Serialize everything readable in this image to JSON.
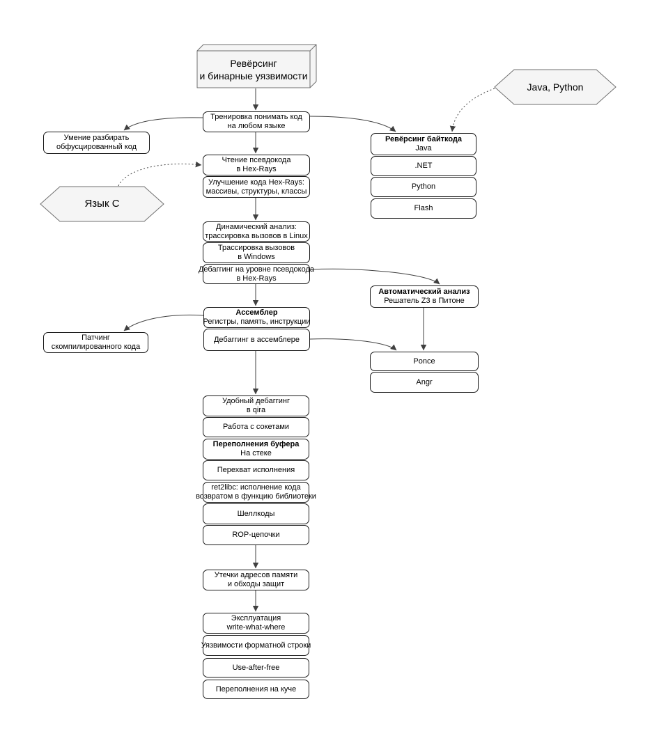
{
  "colors": {
    "canvas_bg": "#ffffff",
    "box_fill": "#ffffff",
    "box_border": "#1a1a1a",
    "shape_fill": "#f5f5f5",
    "shape_border": "#707070",
    "arrow": "#404040"
  },
  "nodes": {
    "root": {
      "lines": [
        "Ревёрсинг",
        "и бинарные уязвимости"
      ]
    },
    "hexJavaPython": {
      "lines": [
        "Java, Python"
      ]
    },
    "hexC": {
      "lines": [
        "Язык C"
      ]
    },
    "trenirovka": {
      "lines": [
        "Тренировка понимать код",
        "на любом языке"
      ]
    },
    "umenie": {
      "lines": [
        "Умение разбирать",
        "обфусцированный код"
      ]
    },
    "chtenie": {
      "lines": [
        "Чтение псевдокода",
        "в Hex-Rays"
      ]
    },
    "uluchshenie": {
      "lines": [
        "Улучшение кода Hex-Rays:",
        "массивы, структуры, классы"
      ]
    },
    "revBytecode": {
      "lines": [
        "Ревёрсинг байткода",
        "Java"
      ]
    },
    "net": {
      "lines": [
        ".NET"
      ]
    },
    "python": {
      "lines": [
        "Python"
      ]
    },
    "flash": {
      "lines": [
        "Flash"
      ]
    },
    "dynAnaliz": {
      "lines": [
        "Динамический анализ:",
        "трассировка вызовов в Linux"
      ]
    },
    "trassWin": {
      "lines": [
        "Трассировка вызовов",
        "в Windows"
      ]
    },
    "debugPseudo": {
      "lines": [
        "Дебаггинг на уровне псевдокода",
        "в Hex-Rays"
      ]
    },
    "autoAnaliz": {
      "lines": [
        "Автоматический анализ",
        "Решатель Z3 в Питоне"
      ]
    },
    "assembler": {
      "lines": [
        "Ассемблер",
        "Регистры, память, инструкции"
      ]
    },
    "patching": {
      "lines": [
        "Патчинг",
        "скомпилированного кода"
      ]
    },
    "debugAsm": {
      "lines": [
        "Дебаггинг в ассемблере"
      ]
    },
    "ponce": {
      "lines": [
        "Ponce"
      ]
    },
    "angr": {
      "lines": [
        "Angr"
      ]
    },
    "qira": {
      "lines": [
        "Удобный дебаггинг",
        "в qira"
      ]
    },
    "sockets": {
      "lines": [
        "Работа с сокетами"
      ]
    },
    "bufOver": {
      "lines": [
        "Переполнения буфера",
        "На стеке"
      ]
    },
    "perehvat": {
      "lines": [
        "Перехват исполнения"
      ]
    },
    "ret2libc": {
      "lines": [
        "ret2libc: исполнение кода",
        "возвратом в функцию библиотеки"
      ]
    },
    "shellkody": {
      "lines": [
        "Шеллкоды"
      ]
    },
    "rop": {
      "lines": [
        "ROP-цепочки"
      ]
    },
    "utechki": {
      "lines": [
        "Утечки адресов памяти",
        "и обходы защит"
      ]
    },
    "exploitWww": {
      "lines": [
        "Эксплуатация",
        "write-what-where"
      ]
    },
    "formatString": {
      "lines": [
        "Уязвимости форматной строки"
      ]
    },
    "uaf": {
      "lines": [
        "Use-after-free"
      ]
    },
    "heapOver": {
      "lines": [
        "Переполнения на куче"
      ]
    }
  },
  "edges": [
    {
      "from": "root",
      "to": "trenirovka",
      "style": "solid"
    },
    {
      "from": "trenirovka",
      "to": "umenie",
      "style": "solid"
    },
    {
      "from": "trenirovka",
      "to": "revBytecode",
      "style": "solid"
    },
    {
      "from": "trenirovka",
      "to": "chtenie",
      "style": "solid"
    },
    {
      "from": "uluchshenie",
      "to": "dynAnaliz",
      "style": "solid"
    },
    {
      "from": "debugPseudo",
      "to": "autoAnaliz",
      "style": "solid"
    },
    {
      "from": "debugPseudo",
      "to": "assembler",
      "style": "solid"
    },
    {
      "from": "assembler",
      "to": "patching",
      "style": "solid"
    },
    {
      "from": "debugAsm",
      "to": "ponce",
      "style": "solid"
    },
    {
      "from": "autoAnaliz",
      "to": "ponce",
      "style": "solid"
    },
    {
      "from": "debugAsm",
      "to": "qira",
      "style": "solid"
    },
    {
      "from": "rop",
      "to": "utechki",
      "style": "solid"
    },
    {
      "from": "utechki",
      "to": "exploitWww",
      "style": "solid"
    },
    {
      "from": "hexJavaPython",
      "to": "revBytecode",
      "style": "dashed"
    },
    {
      "from": "hexC",
      "to": "chtenie",
      "style": "dashed"
    }
  ]
}
